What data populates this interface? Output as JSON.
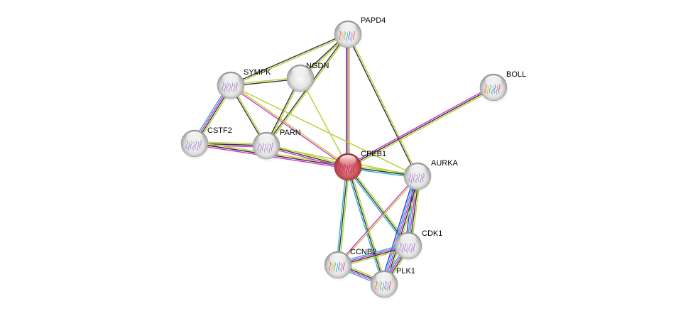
{
  "diagram": {
    "type": "protein-interaction-network",
    "query_node": "CPEB1",
    "edge_colors": {
      "textmining": "#b4d22c",
      "coexpression": "#333333",
      "experiments": "#d62fd6",
      "database": "#27b3d6",
      "homology": "#3333e6",
      "neighborhood": "#2a8f2a"
    },
    "node_color_default": "#e6e6e6",
    "node_color_query": "#d9535a",
    "nodes": [
      {
        "id": "PAPD4",
        "label": "PAPD4",
        "structure": "colored-ribbon"
      },
      {
        "id": "NGDN",
        "label": "NGDN",
        "structure": "none"
      },
      {
        "id": "SYMPK",
        "label": "SYMPK",
        "structure": "purple-ribbon"
      },
      {
        "id": "BOLL",
        "label": "BOLL",
        "structure": "colored-ribbon"
      },
      {
        "id": "CSTF2",
        "label": "CSTF2",
        "structure": "purple-ribbon"
      },
      {
        "id": "PARN",
        "label": "PARN",
        "structure": "purple-ribbon"
      },
      {
        "id": "CPEB1",
        "label": "CPEB1",
        "structure": "purple-ribbon",
        "query": true
      },
      {
        "id": "AURKA",
        "label": "AURKA",
        "structure": "purple-ribbon"
      },
      {
        "id": "CDK1",
        "label": "CDK1",
        "structure": "purple-ribbon"
      },
      {
        "id": "CCNB2",
        "label": "CCNB2",
        "structure": "colored-ribbon"
      },
      {
        "id": "PLK1",
        "label": "PLK1",
        "structure": "colored-ribbon"
      }
    ],
    "edges": [
      {
        "a": "PAPD4",
        "b": "SYMPK",
        "types": [
          "textmining",
          "coexpression"
        ]
      },
      {
        "a": "PAPD4",
        "b": "NGDN",
        "types": [
          "textmining",
          "coexpression"
        ]
      },
      {
        "a": "PAPD4",
        "b": "PARN",
        "types": [
          "textmining",
          "coexpression"
        ]
      },
      {
        "a": "PAPD4",
        "b": "CPEB1",
        "types": [
          "textmining",
          "experiments",
          "coexpression"
        ]
      },
      {
        "a": "PAPD4",
        "b": "AURKA",
        "types": [
          "textmining",
          "coexpression"
        ]
      },
      {
        "a": "SYMPK",
        "b": "NGDN",
        "types": [
          "textmining",
          "coexpression"
        ]
      },
      {
        "a": "SYMPK",
        "b": "CSTF2",
        "types": [
          "textmining",
          "coexpression",
          "experiments",
          "database"
        ]
      },
      {
        "a": "SYMPK",
        "b": "PARN",
        "types": [
          "textmining",
          "coexpression"
        ]
      },
      {
        "a": "SYMPK",
        "b": "CPEB1",
        "types": [
          "textmining",
          "experiments"
        ]
      },
      {
        "a": "SYMPK",
        "b": "AURKA",
        "types": [
          "textmining"
        ]
      },
      {
        "a": "NGDN",
        "b": "PARN",
        "types": [
          "textmining",
          "coexpression"
        ]
      },
      {
        "a": "NGDN",
        "b": "CPEB1",
        "types": [
          "textmining"
        ]
      },
      {
        "a": "BOLL",
        "b": "CPEB1",
        "types": [
          "textmining",
          "coexpression",
          "experiments"
        ]
      },
      {
        "a": "CSTF2",
        "b": "PARN",
        "types": [
          "textmining",
          "coexpression",
          "experiments"
        ]
      },
      {
        "a": "CSTF2",
        "b": "CPEB1",
        "types": [
          "textmining",
          "coexpression",
          "experiments"
        ]
      },
      {
        "a": "PARN",
        "b": "CPEB1",
        "types": [
          "textmining",
          "coexpression",
          "experiments"
        ]
      },
      {
        "a": "PARN",
        "b": "AURKA",
        "types": [
          "textmining"
        ]
      },
      {
        "a": "CPEB1",
        "b": "AURKA",
        "types": [
          "textmining",
          "coexpression",
          "database"
        ]
      },
      {
        "a": "CPEB1",
        "b": "CDK1",
        "types": [
          "textmining",
          "coexpression",
          "database"
        ]
      },
      {
        "a": "CPEB1",
        "b": "CCNB2",
        "types": [
          "textmining",
          "coexpression",
          "database"
        ]
      },
      {
        "a": "CPEB1",
        "b": "PLK1",
        "types": [
          "textmining",
          "coexpression",
          "database"
        ]
      },
      {
        "a": "AURKA",
        "b": "CDK1",
        "types": [
          "textmining",
          "coexpression",
          "experiments",
          "database",
          "homology"
        ]
      },
      {
        "a": "AURKA",
        "b": "CCNB2",
        "types": [
          "textmining",
          "experiments"
        ]
      },
      {
        "a": "AURKA",
        "b": "PLK1",
        "types": [
          "textmining",
          "coexpression",
          "experiments",
          "database",
          "homology"
        ]
      },
      {
        "a": "CDK1",
        "b": "CCNB2",
        "types": [
          "textmining",
          "coexpression",
          "experiments",
          "database"
        ]
      },
      {
        "a": "CDK1",
        "b": "PLK1",
        "types": [
          "textmining",
          "coexpression",
          "experiments",
          "database"
        ]
      },
      {
        "a": "CCNB2",
        "b": "PLK1",
        "types": [
          "textmining",
          "coexpression",
          "experiments",
          "database"
        ]
      }
    ]
  }
}
